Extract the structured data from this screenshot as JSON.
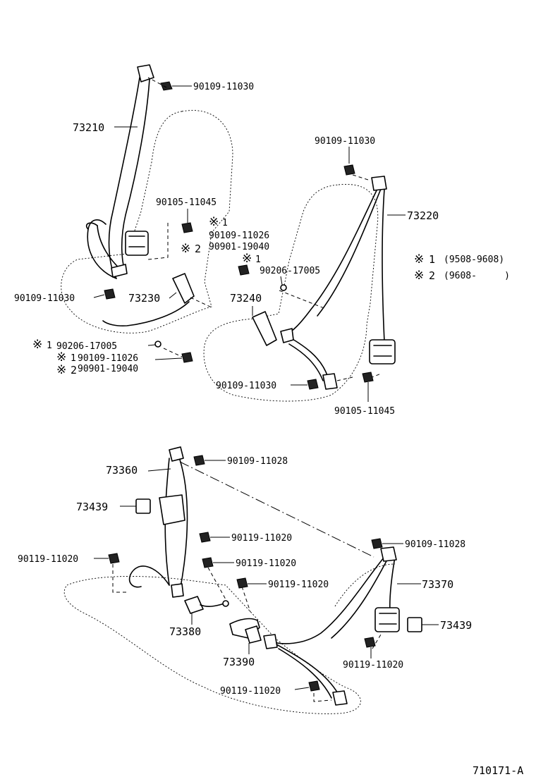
{
  "illustration_code": "710171-A",
  "front_right": {
    "belt_part": "73210",
    "upper_anchor_bolt": "90109-11030",
    "retractor_bolt": "90105-11045",
    "alt_bolt_1": "90109-11026",
    "alt_bolt_2": "90901-19040",
    "lower_anchor_bolt": "90109-11030",
    "buckle_part": "73230",
    "buckle_nut": "90206-17005",
    "buckle_bolt_1": "90109-11026",
    "buckle_bolt_2": "90901-19040"
  },
  "front_left": {
    "upper_anchor_bolt": "90109-11030",
    "belt_part": "73220",
    "nut": "90206-17005",
    "buckle_part": "73240",
    "lower_anchor_bolt": "90109-11030",
    "retractor_bolt": "90105-11045"
  },
  "notes": {
    "mark": "※",
    "n1_index": "1",
    "n1_range": "(9508-9608)",
    "n2_index": "2",
    "n2_range": "(9608-     )"
  },
  "rear": {
    "belt_left": "73360",
    "upper_bolt_left": "90109-11028",
    "cover_left": "73439",
    "bolt_a": "90119-11020",
    "bolt_b": "90119-11020",
    "bolt_c": "90119-11020",
    "bolt_d": "90119-11020",
    "buckle_left": "73380",
    "buckle_center": "73390",
    "upper_bolt_right": "90109-11028",
    "belt_right": "73370",
    "cover_right": "73439",
    "retractor_bolt_right": "90119-11020",
    "bottom_bolt": "90119-11020"
  }
}
